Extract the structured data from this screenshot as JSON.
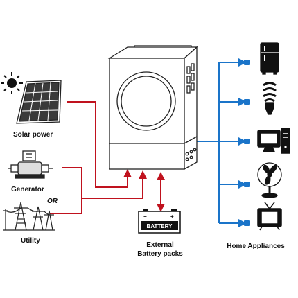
{
  "labels": {
    "solar": "Solar power",
    "generator": "Generator",
    "or": "OR",
    "utility": "Utility",
    "battery_text": "BATTERY",
    "external_line1": "External",
    "external_line2": "Battery packs",
    "appliances": "Home Appliances"
  },
  "colors": {
    "ac_input_line": "#c0121e",
    "appliance_line": "#1a74c9",
    "outline": "#222222"
  },
  "icons": [
    "sun-icon",
    "solar-panel-icon",
    "generator-icon",
    "utility-pylon-icon",
    "battery-icon",
    "inverter-unit",
    "fridge-icon",
    "bulb-icon",
    "computer-icon",
    "fan-icon",
    "tv-icon"
  ]
}
